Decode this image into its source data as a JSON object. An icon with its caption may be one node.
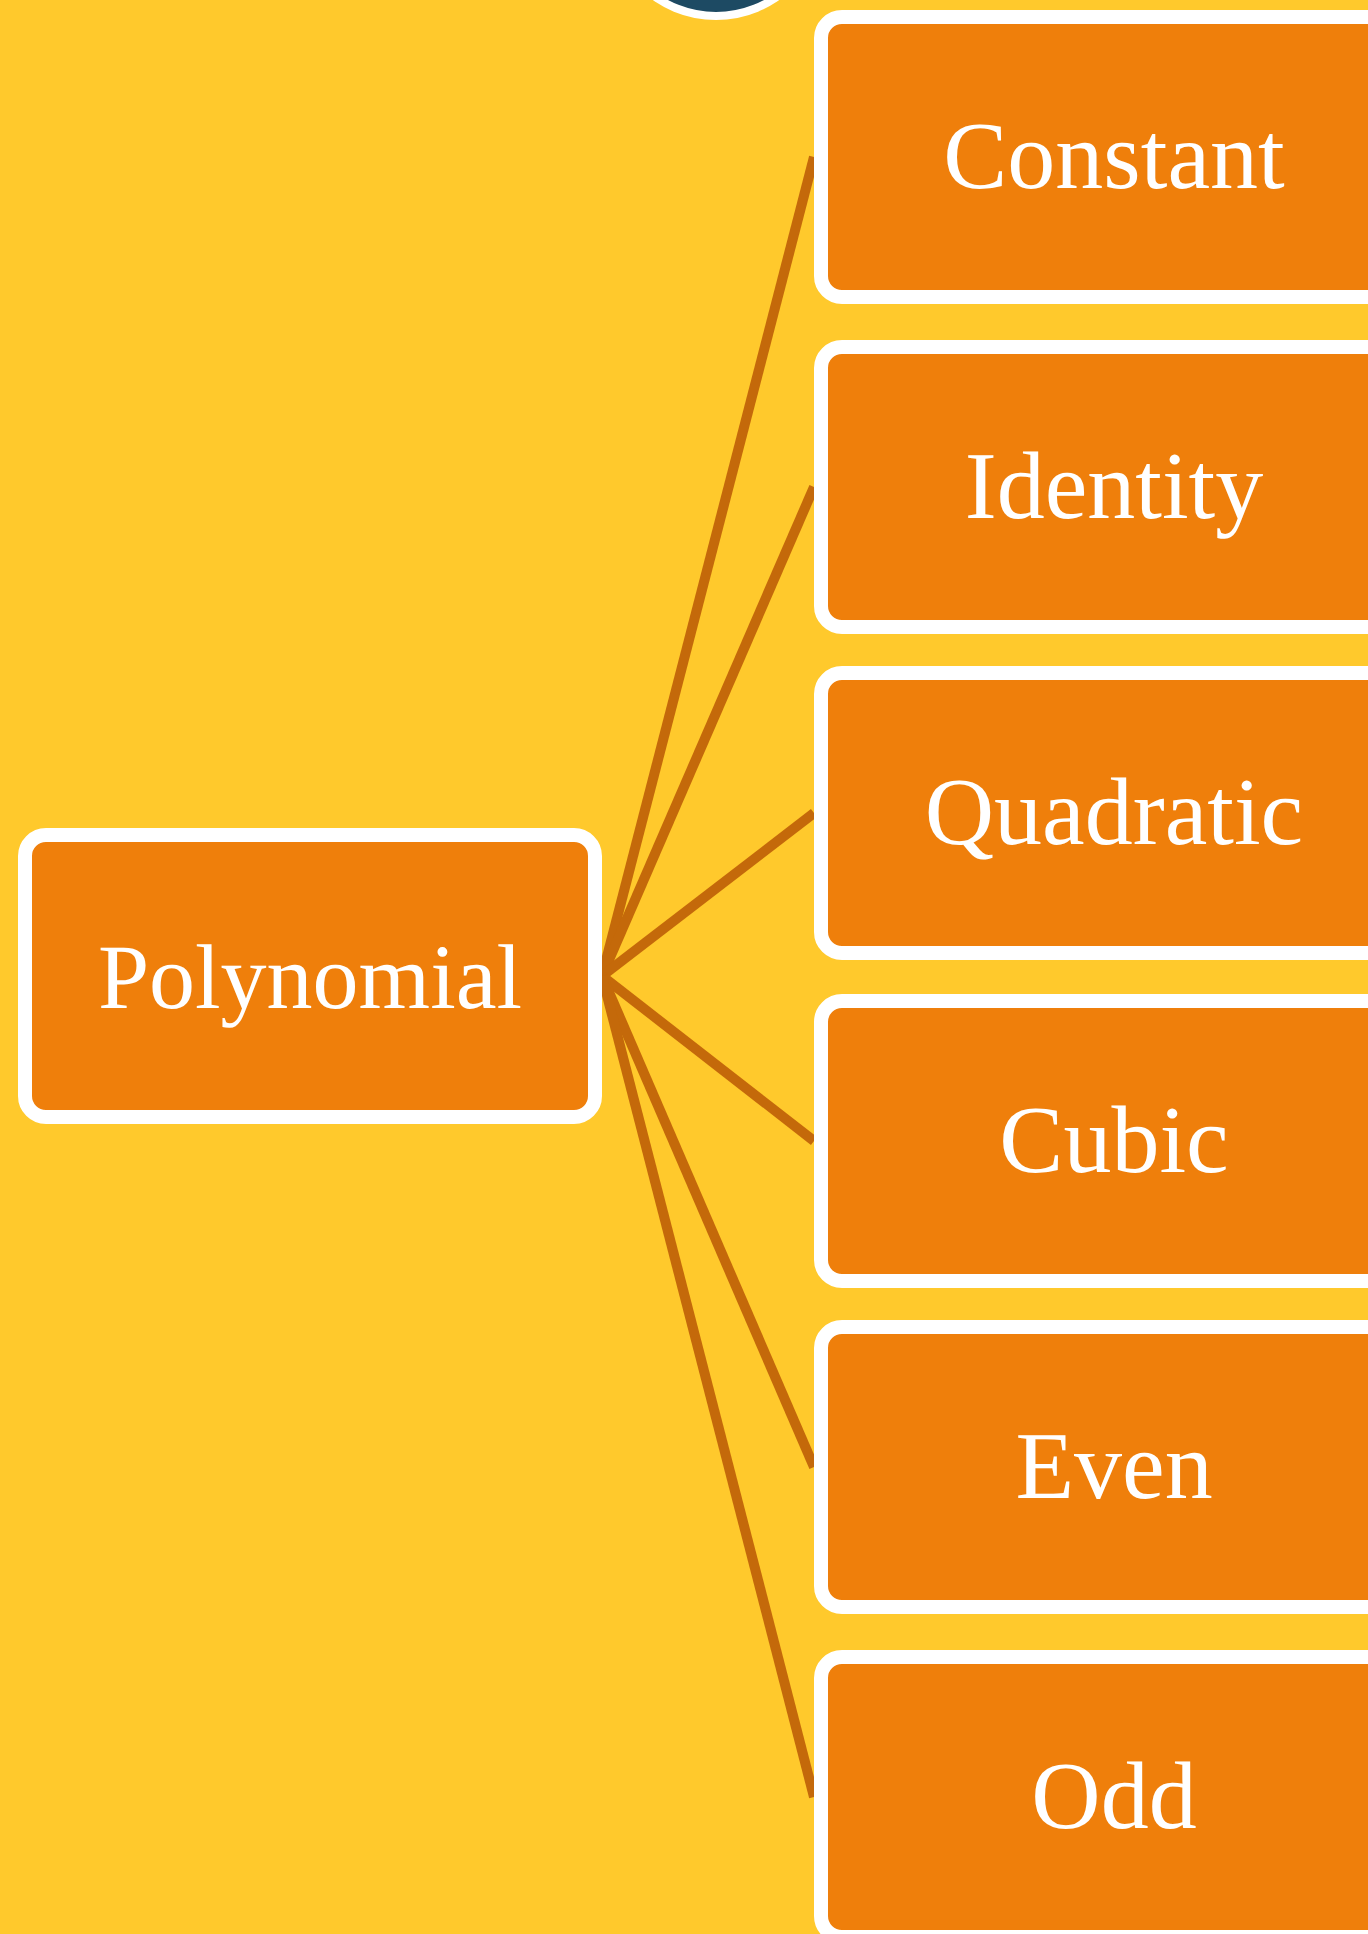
{
  "diagram": {
    "nodes": [
      {
        "text": [
          "Polynomial"
        ]
      },
      {
        "text": [
          "Constant"
        ]
      },
      {
        "text": [
          "Identity"
        ]
      },
      {
        "text": [
          "Quadratic"
        ]
      },
      {
        "text": [
          "Cubic"
        ]
      },
      {
        "text": [
          "Even"
        ]
      },
      {
        "text": [
          "Odd"
        ]
      }
    ],
    "edges": [
      {
        "from": 0,
        "to": 1,
        "arrow": "none"
      },
      {
        "from": 0,
        "to": 2,
        "arrow": "none"
      },
      {
        "from": 0,
        "to": 3,
        "arrow": "none"
      },
      {
        "from": 0,
        "to": 4,
        "arrow": "none"
      },
      {
        "from": 0,
        "to": 5,
        "arrow": "none"
      },
      {
        "from": 0,
        "to": 6,
        "arrow": "none"
      }
    ]
  }
}
